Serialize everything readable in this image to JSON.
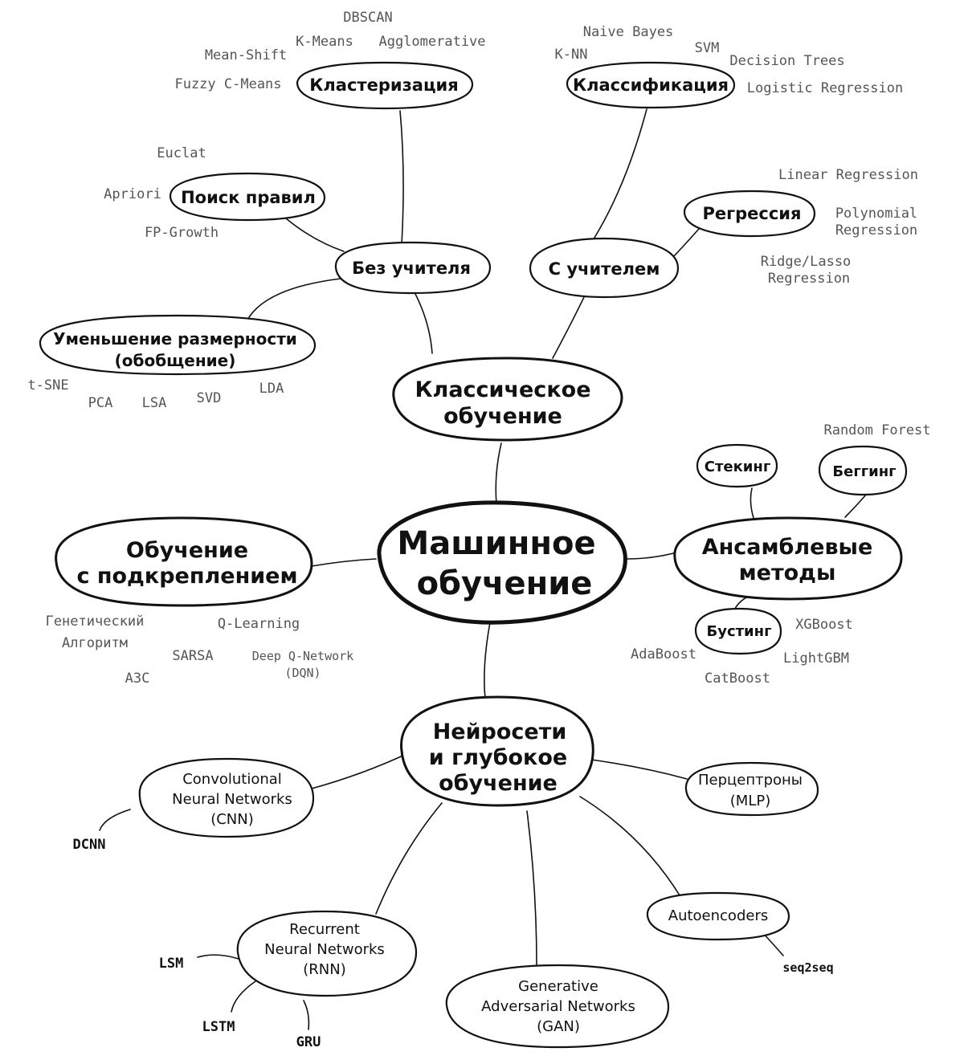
{
  "root": {
    "label": [
      "Машинное",
      "обучение"
    ]
  },
  "classic": {
    "label": [
      "Классическое",
      "обучение"
    ],
    "unsupervised": {
      "label": "Без учителя",
      "clustering": {
        "label": "Кластеризация",
        "leaves": [
          "DBSCAN",
          "K-Means",
          "Agglomerative",
          "Mean-Shift",
          "Fuzzy C-Means"
        ]
      },
      "rules": {
        "label": "Поиск правил",
        "leaves": [
          "Euclat",
          "Apriori",
          "FP-Growth"
        ]
      },
      "dimred": {
        "label": [
          "Уменьшение размерности",
          "(обобщение)"
        ],
        "leaves": [
          "t-SNE",
          "PCA",
          "LSA",
          "SVD",
          "LDA"
        ]
      }
    },
    "supervised": {
      "label": "С учителем",
      "classification": {
        "label": "Классификация",
        "leaves": [
          "Naive Bayes",
          "SVM",
          "K-NN",
          "Decision Trees",
          "Logistic Regression"
        ]
      },
      "regression": {
        "label": "Регрессия",
        "leaves": [
          "Linear Regression",
          "Polynomial",
          "Regression",
          "Ridge/Lasso",
          "Regression"
        ]
      }
    }
  },
  "ensemble": {
    "label": [
      "Ансамблевые",
      "методы"
    ],
    "stacking": {
      "label": "Стекинг"
    },
    "bagging": {
      "label": "Беггинг",
      "leaves": [
        "Random Forest"
      ]
    },
    "boosting": {
      "label": "Бустинг",
      "leaves": [
        "XGBoost",
        "AdaBoost",
        "LightGBM",
        "CatBoost"
      ]
    }
  },
  "reinforcement": {
    "label": [
      "Обучение",
      "с подкреплением"
    ],
    "leaves": [
      "Генетический",
      "Алгоритм",
      "Q-Learning",
      "SARSA",
      "Deep Q-Network",
      "(DQN)",
      "A3C"
    ]
  },
  "neural": {
    "label": [
      "Нейросети",
      "и глубокое",
      "обучение"
    ],
    "cnn": {
      "label": [
        "Convolutional",
        "Neural Networks",
        "(CNN)"
      ],
      "leaves": [
        "DCNN"
      ]
    },
    "mlp": {
      "label": [
        "Перцептроны",
        "(MLP)"
      ]
    },
    "rnn": {
      "label": [
        "Recurrent",
        "Neural Networks",
        "(RNN)"
      ],
      "leaves": [
        "LSM",
        "LSTM",
        "GRU"
      ]
    },
    "gan": {
      "label": [
        "Generative",
        "Adversarial Networks",
        "(GAN)"
      ]
    },
    "autoencoders": {
      "label": "Autoencoders",
      "leaves": [
        "seq2seq"
      ]
    }
  },
  "colors": {
    "ink": "#111111",
    "leaf_text": "#555555",
    "background": "#ffffff"
  }
}
